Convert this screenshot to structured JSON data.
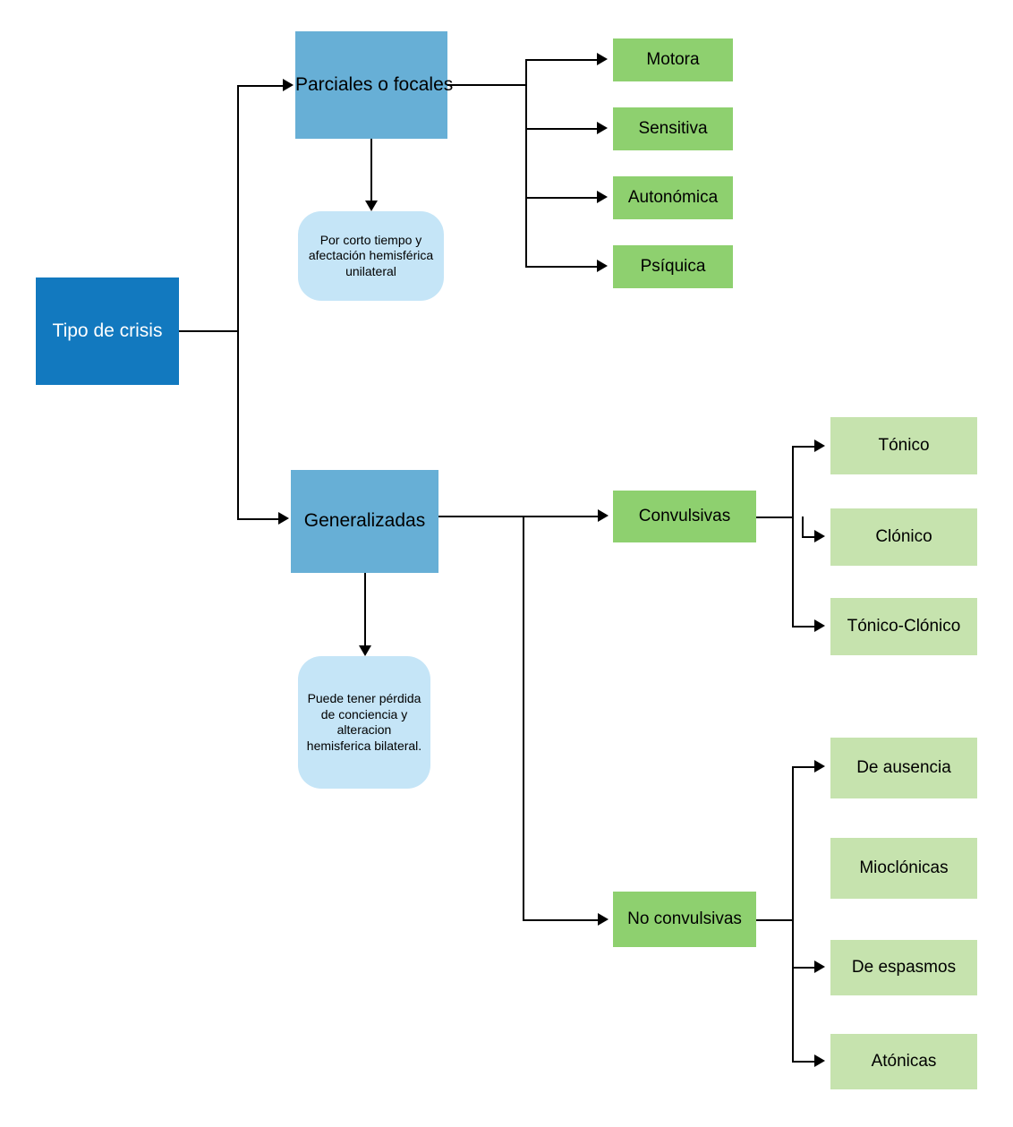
{
  "diagram": {
    "title": "Tipo de crisis",
    "root": {
      "label": "Tipo de crisis"
    },
    "branches": [
      {
        "id": "parciales",
        "label": "Parciales o focales",
        "note": "Por corto tiempo y afectación hemisférica unilateral",
        "children": [
          {
            "label": "Motora"
          },
          {
            "label": "Sensitiva"
          },
          {
            "label": "Autonómica"
          },
          {
            "label": "Psíquica"
          }
        ]
      },
      {
        "id": "generalizadas",
        "label": "Generalizadas",
        "note": "Puede tener pérdida de conciencia y alteracion hemisferica bilateral.",
        "children": [
          {
            "label": "Convulsivas",
            "children": [
              {
                "label": "Tónico"
              },
              {
                "label": "Clónico"
              },
              {
                "label": "Tónico-Clónico"
              }
            ]
          },
          {
            "label": "No convulsivas",
            "children": [
              {
                "label": "De ausencia"
              },
              {
                "label": "Mioclónicas"
              },
              {
                "label": "De espasmos"
              },
              {
                "label": "Atónicas"
              }
            ]
          }
        ]
      }
    ]
  },
  "colors": {
    "root_fill": "#1279bf",
    "level1_fill": "#67afd6",
    "note_fill": "#c5e5f7",
    "branch_fill": "#8ed06f",
    "leaf_fill": "#c6e3ae",
    "connector": "#000000",
    "root_text": "#ffffff",
    "node_text": "#000000",
    "background": "#ffffff"
  }
}
